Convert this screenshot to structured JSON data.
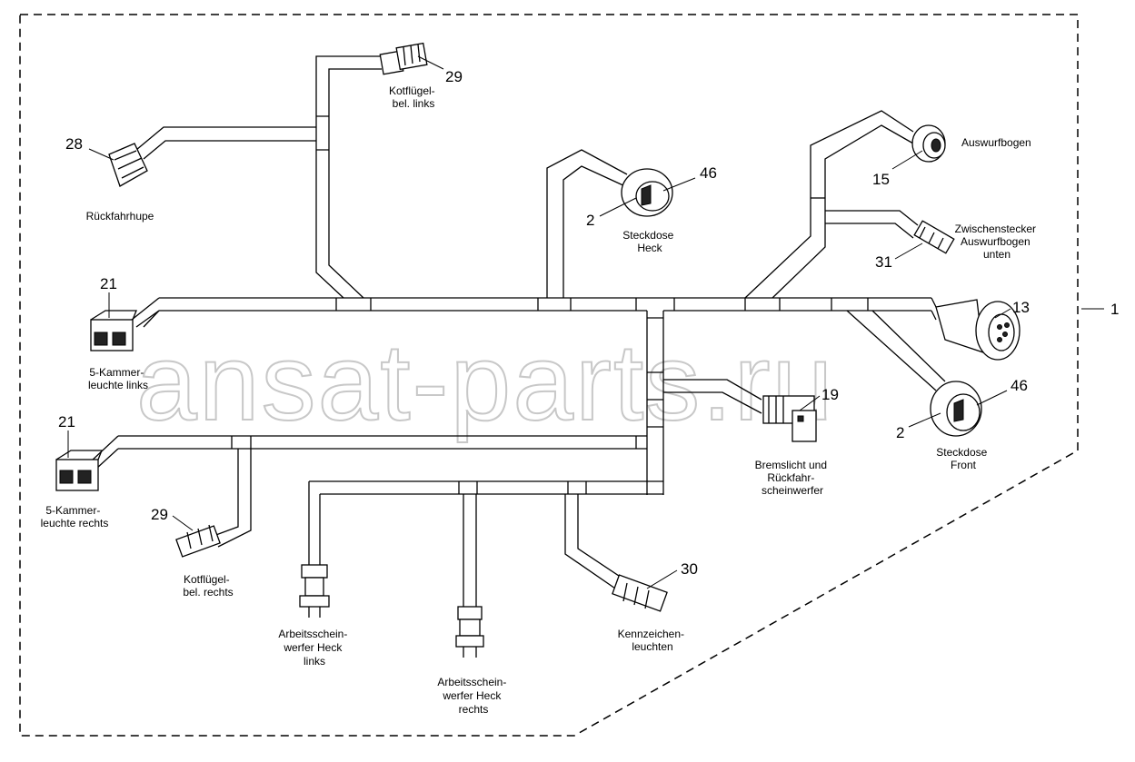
{
  "watermark": "ansat-parts.ru",
  "callouts": {
    "c1": "1",
    "c2a": "2",
    "c2b": "2",
    "c13": "13",
    "c15": "15",
    "c19": "19",
    "c21a": "21",
    "c21b": "21",
    "c28": "28",
    "c29a": "29",
    "c29b": "29",
    "c30": "30",
    "c31": "31",
    "c46a": "46",
    "c46b": "46"
  },
  "labels": {
    "kotfluegel_links": [
      "Kotflügel-",
      "bel. links"
    ],
    "rueckfahrhupe": [
      "Rückfahrhupe"
    ],
    "steckdose_heck": [
      "Steckdose",
      "Heck"
    ],
    "auswurfbogen": [
      "Auswurfbogen"
    ],
    "zwischenstecker": [
      "Zwischenstecker",
      "Auswurfbogen",
      "unten"
    ],
    "fuenfkammer_links": [
      "5-Kammer-",
      "leuchte links"
    ],
    "fuenfkammer_rechts": [
      "5-Kammer-",
      "leuchte rechts"
    ],
    "kotfluegel_rechts": [
      "Kotflügel-",
      "bel. rechts"
    ],
    "bremslicht": [
      "Bremslicht und",
      "Rückfahr-",
      "scheinwerfer"
    ],
    "steckdose_front": [
      "Steckdose",
      "Front"
    ],
    "arbeits_links": [
      "Arbeitsschein-",
      "werfer Heck",
      "links"
    ],
    "arbeits_rechts": [
      "Arbeitsschein-",
      "werfer Heck",
      "rechts"
    ],
    "kennzeichen": [
      "Kennzeichen-",
      "leuchten"
    ]
  }
}
